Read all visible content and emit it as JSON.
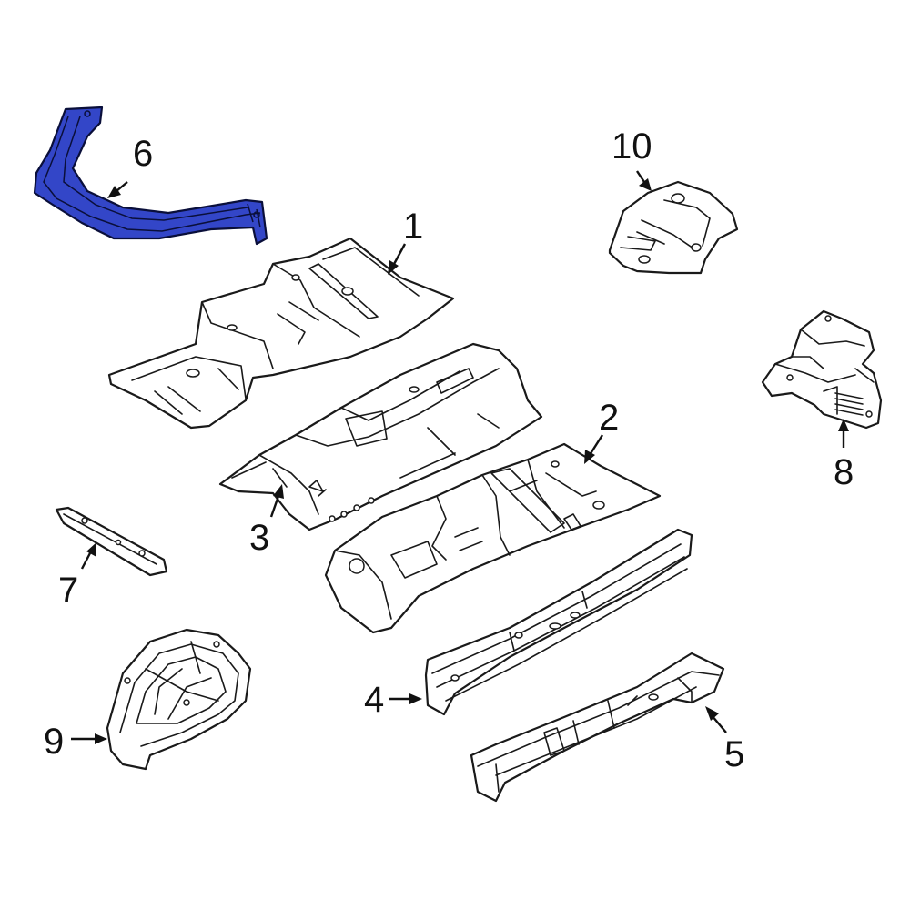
{
  "diagram": {
    "highlight_color": "#3346c8",
    "outline_color": "#1a1a1a",
    "callouts": [
      {
        "id": "1",
        "label": "1",
        "part": "front-floor-pan"
      },
      {
        "id": "2",
        "label": "2",
        "part": "rear-floor-pan"
      },
      {
        "id": "3",
        "label": "3",
        "part": "floor-tunnel-pan"
      },
      {
        "id": "4",
        "label": "4",
        "part": "side-sill-rail"
      },
      {
        "id": "5",
        "label": "5",
        "part": "rear-side-member"
      },
      {
        "id": "6",
        "label": "6",
        "part": "floor-crossmember"
      },
      {
        "id": "7",
        "label": "7",
        "part": "small-bracket"
      },
      {
        "id": "8",
        "label": "8",
        "part": "mount-bracket"
      },
      {
        "id": "9",
        "label": "9",
        "part": "wheel-well-pan"
      },
      {
        "id": "10",
        "label": "10",
        "part": "gusset-plate"
      }
    ]
  }
}
